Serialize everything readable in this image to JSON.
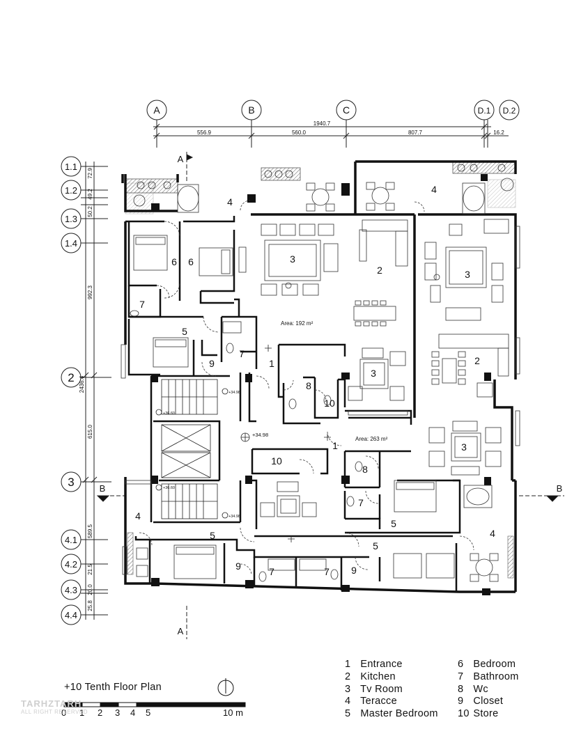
{
  "grid_columns": [
    {
      "id": "A"
    },
    {
      "id": "B"
    },
    {
      "id": "C"
    },
    {
      "id": "D.1"
    },
    {
      "id": "D.2"
    }
  ],
  "column_dims": {
    "total": "1940.7",
    "segments": [
      "556.9",
      "560.0",
      "807.7",
      "16.2"
    ]
  },
  "grid_rows": [
    {
      "id": "1.1"
    },
    {
      "id": "1.2"
    },
    {
      "id": "1.3"
    },
    {
      "id": "1.4"
    },
    {
      "id": "2"
    },
    {
      "id": "3"
    },
    {
      "id": "4.1"
    },
    {
      "id": "4.2"
    },
    {
      "id": "4.3"
    },
    {
      "id": "4.4"
    }
  ],
  "row_dims": [
    "72.9",
    "49.2",
    "50.2",
    "992.3",
    "2436.4",
    "615.0",
    "589.5",
    "21.5",
    "20.0",
    "25.8"
  ],
  "section_marks": {
    "a": "A",
    "b": "B"
  },
  "areas": [
    "Area: 192 m²",
    "Area: 263 m²"
  ],
  "levels": [
    "+34.98",
    "+36.60",
    "+36.60",
    "+34.98",
    "+34.98"
  ],
  "room_numbers": [
    {
      "n": "4"
    },
    {
      "n": "4"
    },
    {
      "n": "6"
    },
    {
      "n": "6"
    },
    {
      "n": "3"
    },
    {
      "n": "2"
    },
    {
      "n": "3"
    },
    {
      "n": "7"
    },
    {
      "n": "5"
    },
    {
      "n": "7"
    },
    {
      "n": "9"
    },
    {
      "n": "1"
    },
    {
      "n": "2"
    },
    {
      "n": "3"
    },
    {
      "n": "8"
    },
    {
      "n": "10"
    },
    {
      "n": "1"
    },
    {
      "n": "10"
    },
    {
      "n": "3"
    },
    {
      "n": "8"
    },
    {
      "n": "7"
    },
    {
      "n": "5"
    },
    {
      "n": "4"
    },
    {
      "n": "5"
    },
    {
      "n": "5"
    },
    {
      "n": "4"
    },
    {
      "n": "9"
    },
    {
      "n": "7"
    },
    {
      "n": "7"
    },
    {
      "n": "9"
    }
  ],
  "legend_left": [
    {
      "num": "1",
      "label": "Entrance"
    },
    {
      "num": "2",
      "label": "Kitchen"
    },
    {
      "num": "3",
      "label": "Tv Room"
    },
    {
      "num": "4",
      "label": "Teracce"
    },
    {
      "num": "5",
      "label": "Master Bedroom"
    }
  ],
  "legend_right": [
    {
      "num": "6",
      "label": "Bedroom"
    },
    {
      "num": "7",
      "label": "Bathroom"
    },
    {
      "num": "8",
      "label": "Wc"
    },
    {
      "num": "9",
      "label": "Closet"
    },
    {
      "num": "10",
      "label": "Store"
    }
  ],
  "plan_title": "+10  Tenth Floor Plan",
  "scale_labels": [
    "0",
    "1",
    "2",
    "3",
    "4",
    "5",
    "10 m"
  ],
  "watermark": {
    "brand": "TARHZTARH",
    "sub": "ALL RIGHT RESERVED"
  }
}
